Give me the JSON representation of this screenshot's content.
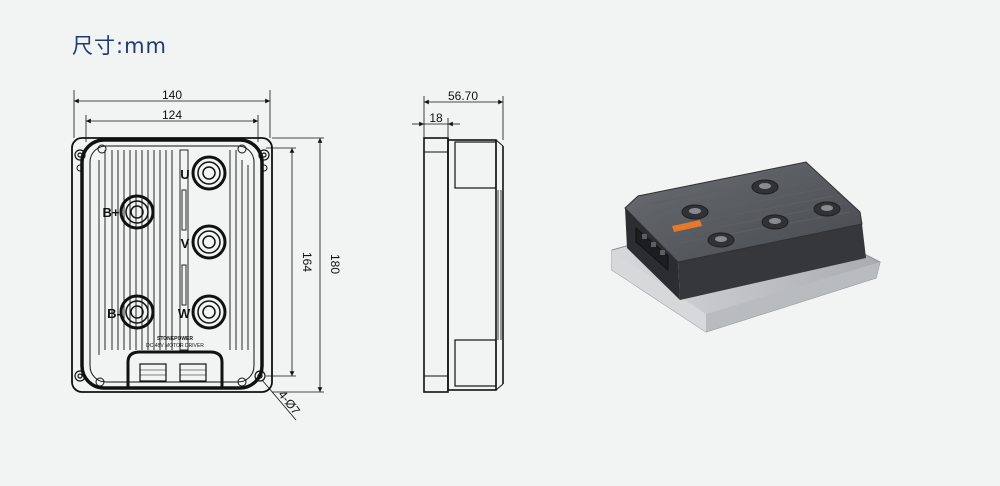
{
  "title": "尺寸:mm",
  "front_view": {
    "dim_overall_width": "140",
    "dim_hole_spacing_width": "124",
    "dim_hole_spacing_height": "164",
    "dim_overall_height": "180",
    "dim_hole_note": "4-Ø7",
    "terminal_labels": {
      "u": "U",
      "v": "V",
      "w": "W",
      "b_plus": "B+",
      "b_minus": "B-"
    },
    "brand_text": "STONEPOWER",
    "sub_text": "DC 48V MOTOR DRIVER"
  },
  "side_view": {
    "dim_total_depth": "56.70",
    "dim_base_depth": "18"
  },
  "colors": {
    "title": "#1f3a73",
    "line": "#111111",
    "body_dark": "#4a4d52",
    "base_silver": "#c9cccf",
    "accent_orange": "#e8782a"
  }
}
